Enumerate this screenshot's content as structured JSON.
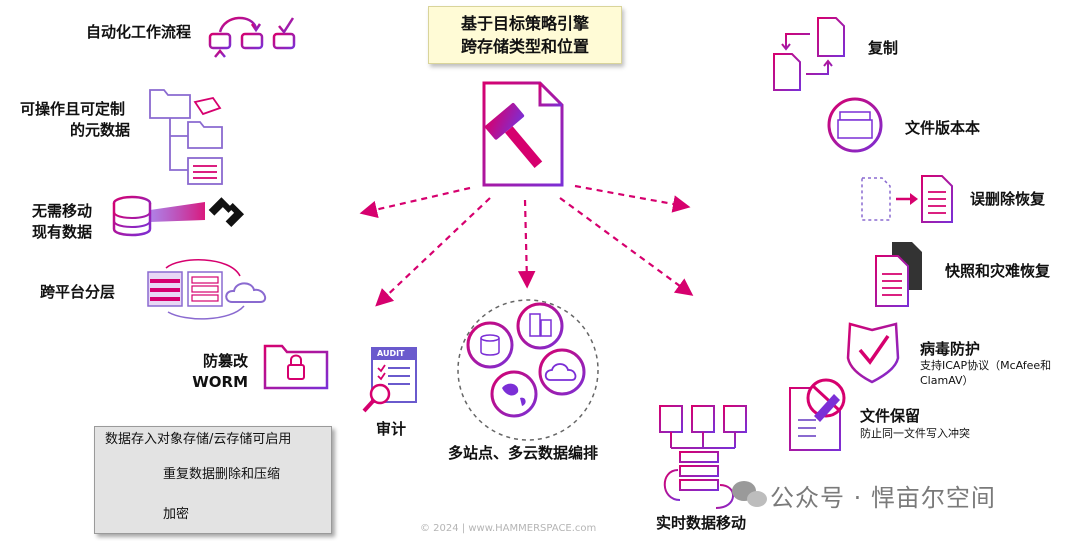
{
  "colors": {
    "accent": "#d6006e",
    "accent2": "#8a2be2"
  },
  "center": {
    "line1": "基于目标策略引擎",
    "line2": "跨存储类型和位置"
  },
  "left": {
    "workflow": "自动化工作流程",
    "metadata_1": "可操作且可定制",
    "metadata_2": "的元数据",
    "nomove_1": "无需移动",
    "nomove_2": "现有数据",
    "tiering": "跨平台分层",
    "worm_1": "防篡改",
    "worm_2": "WORM"
  },
  "bottom": {
    "audit_icon_text": "AUDIT",
    "audit": "审计",
    "multisite": "多站点、多云数据编排",
    "realtime": "实时数据移动"
  },
  "right": {
    "replication": "复制",
    "versioning": "文件版本本",
    "undelete": "误删除恢复",
    "snapshot": "快照和灾难恢复",
    "antivirus": "病毒防护",
    "antivirus_sub_1": "支持ICAP协议（McAfee和",
    "antivirus_sub_2": "ClamAV）",
    "retention": "文件保留",
    "retention_sub": "防止同一文件写入冲突"
  },
  "panel": {
    "title": "数据存入对象存储/云存储可启用",
    "items": [
      "重复数据删除和压缩",
      "加密"
    ]
  },
  "footer": "© 2024 | www.HAMMERSPACE.com",
  "watermark": "公众号 · 悍亩尔空间"
}
